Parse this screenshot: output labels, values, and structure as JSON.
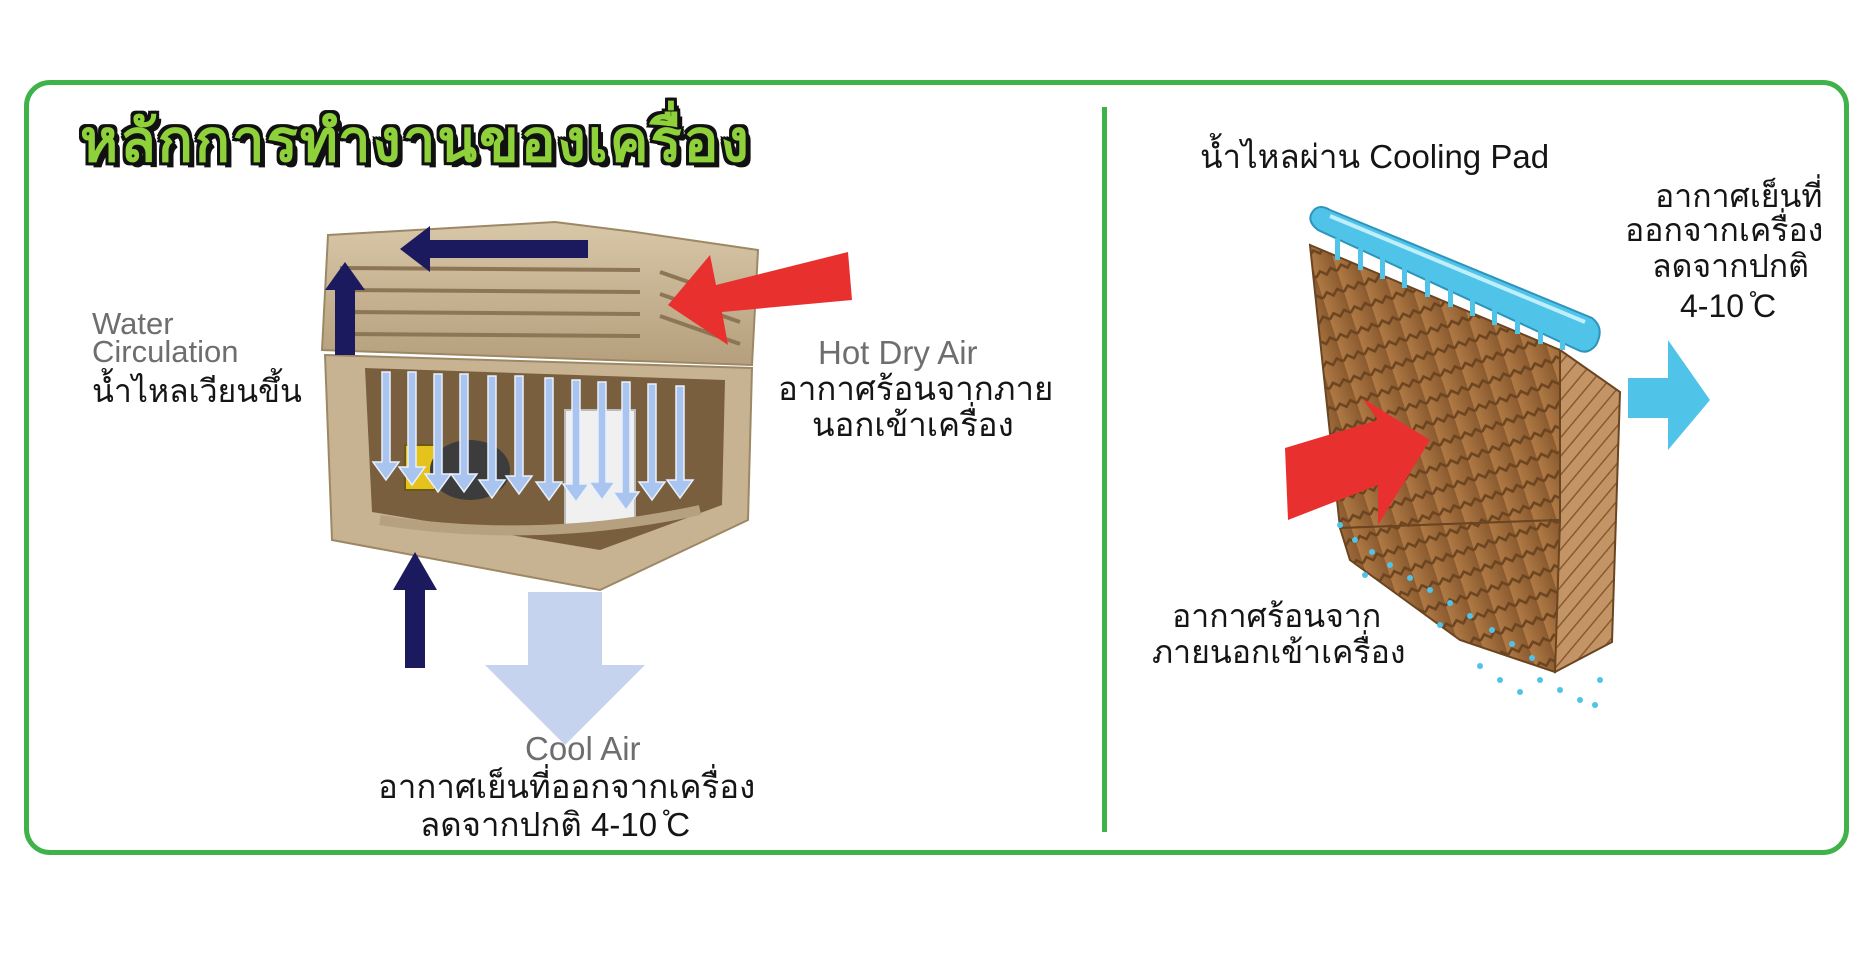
{
  "title": "หลักการทำงานของเครื่อง",
  "left_panel": {
    "water_circulation_en_1": "Water",
    "water_circulation_en_2": "Circulation",
    "water_circulation_th": "น้ำไหลเวียนขึ้น",
    "hot_dry_air_en": "Hot Dry Air",
    "hot_dry_air_th_1": "อากาศร้อนจากภาย",
    "hot_dry_air_th_2": "นอกเข้าเครื่อง",
    "cool_air_en": "Cool Air",
    "cool_air_th_1": "อากาศเย็นที่ออกจากเครื่อง",
    "cool_air_th_2": "ลดจากปกติ 4-10 ̊C"
  },
  "right_panel": {
    "water_flow": "น้ำไหลผ่าน Cooling Pad",
    "cool_out_1": "อากาศเย็นที่",
    "cool_out_2": "ออกจากเครื่อง",
    "cool_out_3": "ลดจากปกติ",
    "cool_out_4": "4-10 ̊C",
    "hot_in_1": "อากาศร้อนจาก",
    "hot_in_2": "ภายนอกเข้าเครื่อง"
  },
  "colors": {
    "frame_green": "#3fb34a",
    "title_fill": "#8ed13a",
    "hot_arrow": "#e8312f",
    "cool_arrow_blue": "#4fc3e8",
    "cool_air_arrow": "#c5d3ee",
    "navy_arrow": "#1c1a5e",
    "cooler_body": "#c9b595",
    "cooling_pad": "#9c6b3c"
  },
  "icons": [
    "evaporative-cooler-unit",
    "cooling-pad",
    "hot-air-arrow",
    "cool-air-arrow",
    "water-circulation-arrow",
    "water-pipe",
    "water-drops"
  ]
}
